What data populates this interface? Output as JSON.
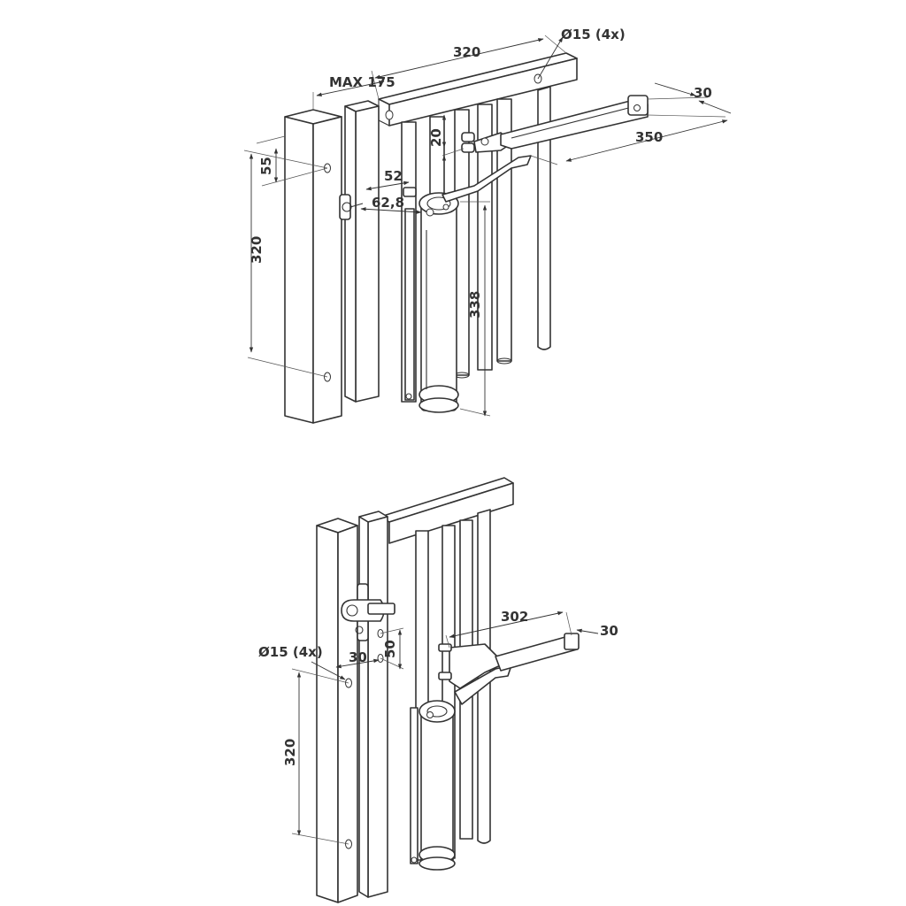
{
  "top_view": {
    "dimensions": {
      "beam_length": "320",
      "hole_diameter": "Ø15 (4x)",
      "max_offset": "MAX 175",
      "arm_width": "30",
      "beam_offset": "20",
      "arm_length": "350",
      "top_hole_offset": "55",
      "pin_offset": "52",
      "pin_depth": "62,8",
      "hole_spacing": "320",
      "closer_height": "338"
    }
  },
  "bottom_view": {
    "dimensions": {
      "arm_length": "302",
      "arm_width": "30",
      "hole_diameter": "Ø15 (4x)",
      "hole_offset": "30",
      "hole_gap": "50",
      "hole_spacing": "320"
    }
  }
}
